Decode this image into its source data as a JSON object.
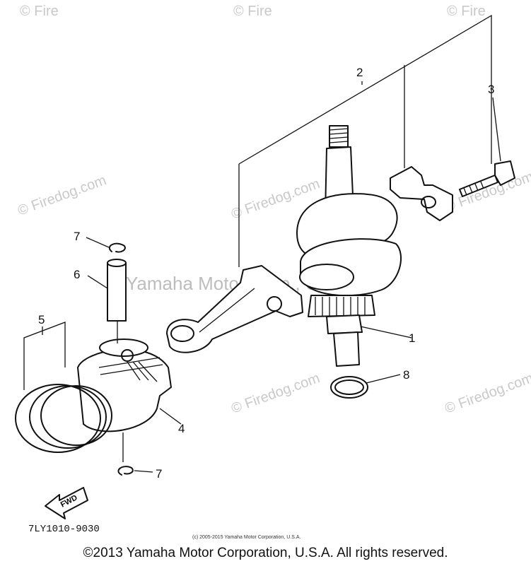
{
  "watermarks": {
    "brand": "© Firedog.com",
    "brand_corner_tl": "© Fire",
    "brand_corner_tr": "© Fire",
    "brand_partial": "© Firedog.c",
    "brand_partial_left": "© Firedog.com",
    "center": "Yamaha Motor Corp., U.S.A."
  },
  "callouts": {
    "c1": "1",
    "c2": "2",
    "c3": "3",
    "c4": "4",
    "c5": "5",
    "c6": "6",
    "c7a": "7",
    "c7b": "7",
    "c8": "8"
  },
  "fwd_label": "FWD",
  "diagram_code": "7LY1010-9030",
  "small_copyright": "(c) 2005-2015 Yamaha Motor Corporation, U.S.A.",
  "copyright": "©2013 Yamaha Motor Corporation, U.S.A. All rights reserved."
}
